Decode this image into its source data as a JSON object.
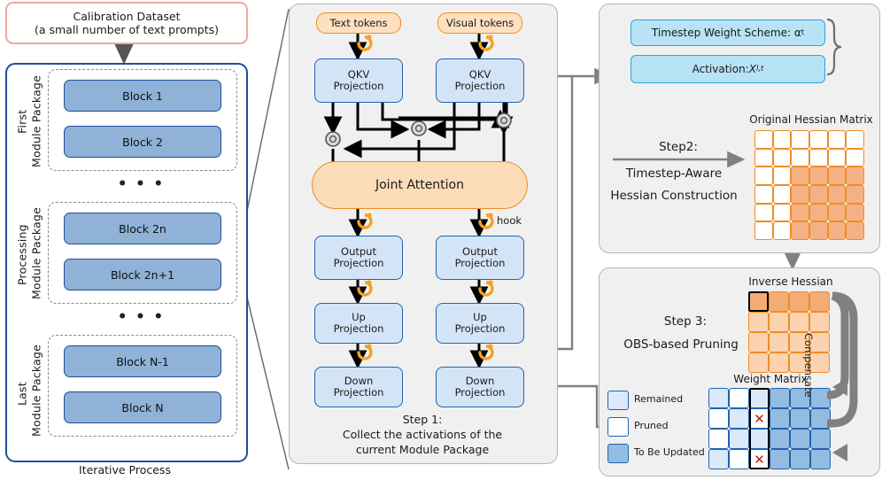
{
  "left": {
    "calibration": {
      "line1": "Calibration Dataset",
      "line2": "(a small number of text prompts)"
    },
    "packages": [
      {
        "label_a": "First",
        "label_b": "Module Package",
        "blocks": [
          "Block 1",
          "Block 2"
        ]
      },
      {
        "label_a": "Processing",
        "label_b": "Module Package",
        "blocks": [
          "Block 2n",
          "Block 2n+1"
        ]
      },
      {
        "label_a": "Last",
        "label_b": "Module Package",
        "blocks": [
          "Block N-1",
          "Block N"
        ]
      }
    ],
    "ellipsis": "• • •",
    "caption": "Iterative Process"
  },
  "center": {
    "tokens": [
      "Text tokens",
      "Visual tokens"
    ],
    "qkv": {
      "l1": "QKV",
      "l2": "Projection"
    },
    "joint_attention": "Joint Attention",
    "hook_label": "hook",
    "output_proj": {
      "l1": "Output",
      "l2": "Projection"
    },
    "up_proj": {
      "l1": "Up",
      "l2": "Projection"
    },
    "down_proj": {
      "l1": "Down",
      "l2": "Projection"
    },
    "step": {
      "title": "Step 1:",
      "line1": "Collect the activations of the",
      "line2": "current Module Package"
    }
  },
  "step2": {
    "timestep_scheme": "Timestep Weight Scheme: α",
    "timestep_scheme_sub": "t",
    "activation": "Activation: ",
    "activation_sym": "X",
    "activation_sub": "l,t",
    "step_title": "Step2:",
    "step_l1": "Timestep-Aware",
    "step_l2": "Hessian Construction",
    "matrix_title": "Original Hessian Matrix",
    "matrix": {
      "rows": 6,
      "cols": 6,
      "fill_from_row": 3,
      "fill_from_col": 3
    }
  },
  "step3": {
    "step_title": "Step 3:",
    "step_sub": "OBS-based Pruning",
    "inverse_title": "Inverse Hessian",
    "inverse": {
      "rows": 4,
      "cols": 4,
      "dark_row": 1,
      "highlight_cell": [
        1,
        1
      ]
    },
    "weight_title": "Weight Matrix",
    "weight": {
      "rows": 4,
      "cols": 6,
      "grid": [
        [
          "pale",
          "white",
          "pale",
          "dark",
          "dark",
          "dark"
        ],
        [
          "white",
          "pale",
          "pruned-x",
          "dark",
          "dark",
          "dark"
        ],
        [
          "white",
          "pale",
          "pale",
          "dark",
          "dark",
          "dark"
        ],
        [
          "pale",
          "white",
          "pruned-x",
          "dark",
          "dark",
          "dark"
        ]
      ],
      "highlight_col": 3,
      "x_marks": [
        [
          2,
          3
        ],
        [
          4,
          3
        ]
      ]
    },
    "legend": [
      {
        "swatch": "pale",
        "label": "Remained"
      },
      {
        "swatch": "white",
        "label": "Pruned"
      },
      {
        "swatch": "dark",
        "label": "To Be Updated"
      }
    ],
    "compensate": "Compensate"
  },
  "colors": {
    "blue_block": "#8fb2d6",
    "blue_border": "#1f4e9c",
    "orange": "#f08c20",
    "orange_fill": "#f4b183",
    "cyan": "#29a8dd",
    "pink": "#f2a6a0",
    "panel_bg": "#f0f0f0",
    "connector": "#808080"
  }
}
